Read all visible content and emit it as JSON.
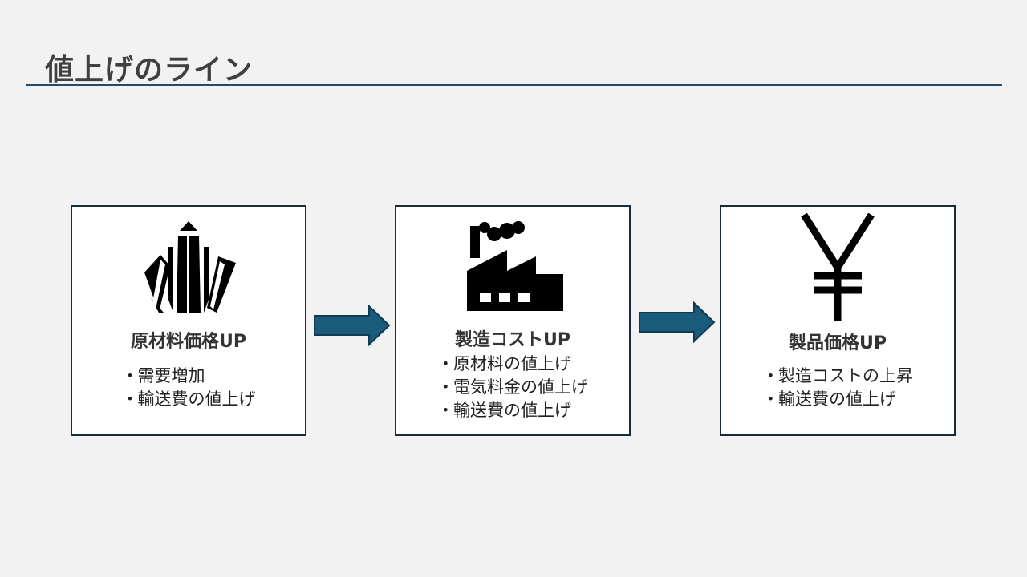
{
  "slide": {
    "title": "値上げのライン",
    "accent_color": "#1f4e6b"
  },
  "cards": [
    {
      "icon": "crystal-icon",
      "heading": "原材料価格UP",
      "bullets": [
        "需要増加",
        "輸送費の値上げ"
      ]
    },
    {
      "icon": "factory-icon",
      "heading": "製造コストUP",
      "bullets": [
        "原材料の値上げ",
        "電気料金の値上げ",
        "輸送費の値上げ"
      ]
    },
    {
      "icon": "yen-icon",
      "heading": "製品価格UP",
      "bullets": [
        "製造コストの上昇",
        "輸送費の値上げ"
      ]
    }
  ],
  "bullet_mark": "・",
  "arrow_color": "#1a5a7a"
}
